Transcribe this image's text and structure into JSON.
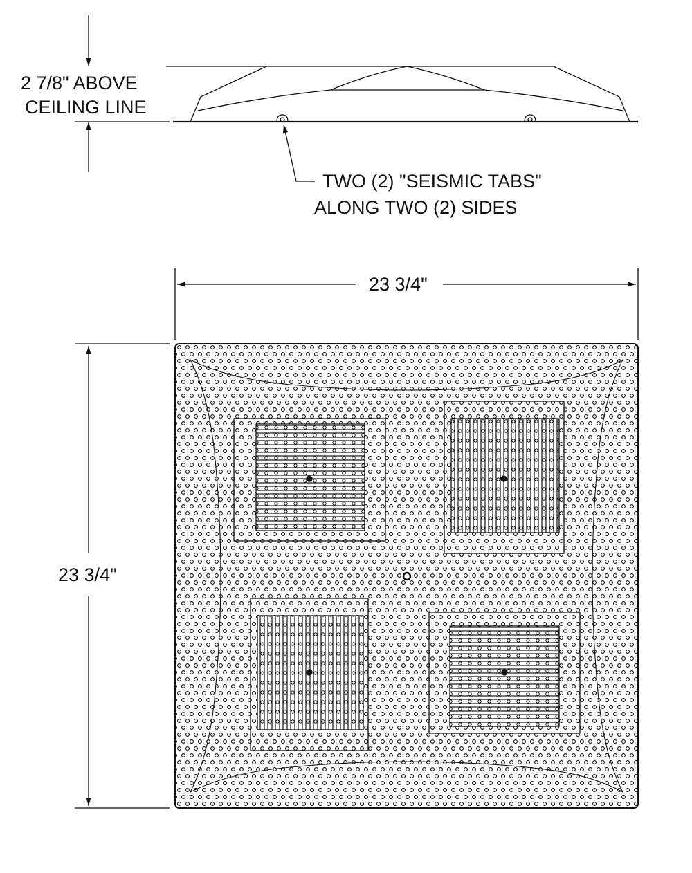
{
  "side_view": {
    "height_label_line1": "2 7/8\" ABOVE",
    "height_label_line2": "CEILING LINE",
    "callout_line1": "TWO (2) \"SEISMIC TABS\"",
    "callout_line2": "ALONG TWO (2) SIDES"
  },
  "plan_view": {
    "width_label": "23 3/4\"",
    "height_label": "23 3/4\""
  },
  "colors": {
    "ink": "#111111",
    "background": "#ffffff"
  }
}
